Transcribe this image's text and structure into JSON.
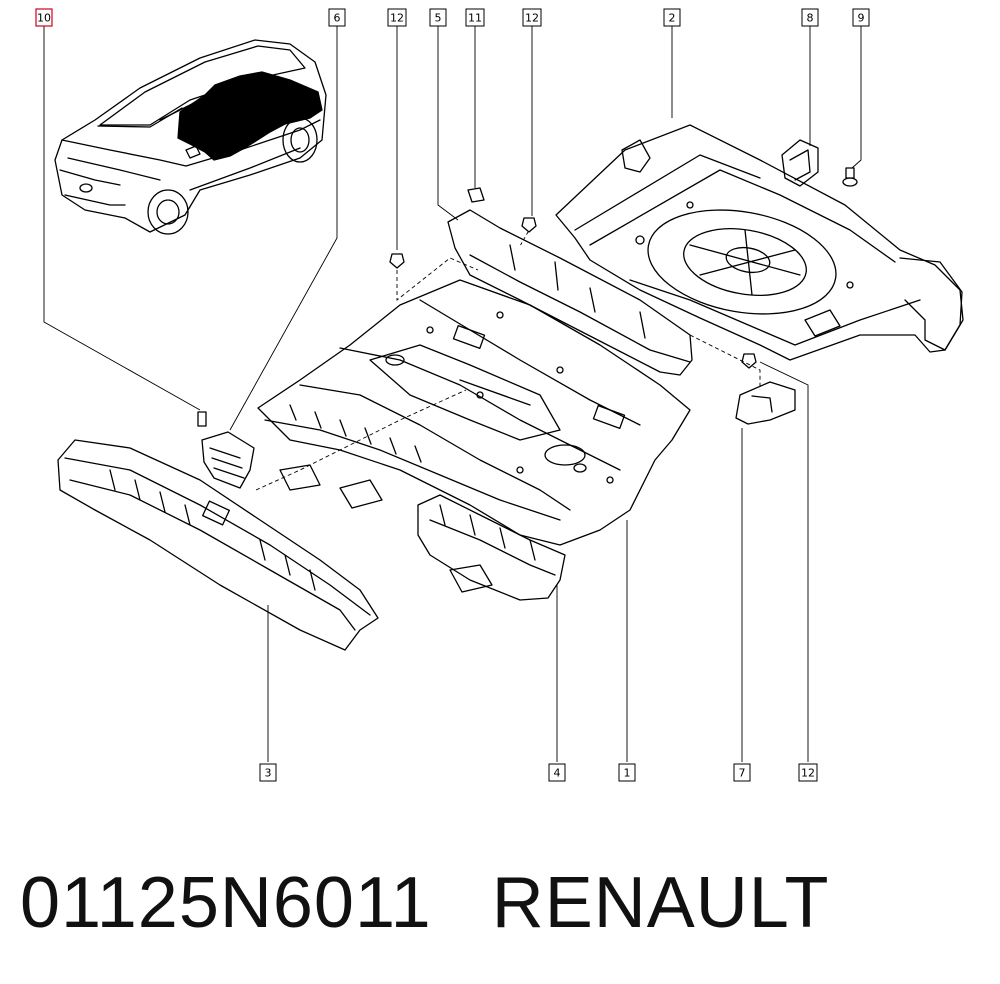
{
  "callouts": {
    "c10": "10",
    "c6": "6",
    "c12a": "12",
    "c5": "5",
    "c11": "11",
    "c12b": "12",
    "c2": "2",
    "c8": "8",
    "c9": "9",
    "c3": "3",
    "c4": "4",
    "c1": "1",
    "c7": "7",
    "c12c": "12"
  },
  "highlight_color": "#d0021b",
  "footer": {
    "part_number": "01125N6011",
    "brand": "RENAULT"
  }
}
